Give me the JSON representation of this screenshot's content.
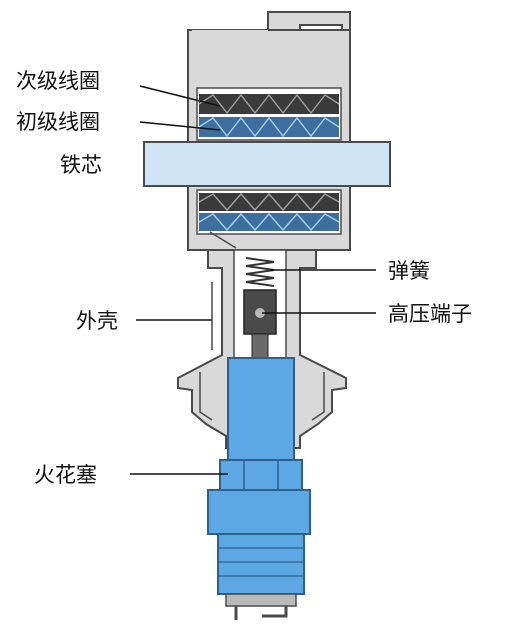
{
  "labels": {
    "secondary_coil": "次级线圈",
    "primary_coil": "初级线圈",
    "iron_core": "铁芯",
    "spring": "弹簧",
    "high_voltage_terminal": "高压端子",
    "housing": "外壳",
    "spark_plug": "火花塞"
  },
  "colors": {
    "housing_fill": "#d9d9d9",
    "housing_stroke": "#4a4a4a",
    "core_fill": "#cfe4f5",
    "spark_plug_blue": "#5ba8e4",
    "coil_dark": "#2b2b2b",
    "coil_blue": "#6fa8dc",
    "leader_line": "#111111"
  }
}
